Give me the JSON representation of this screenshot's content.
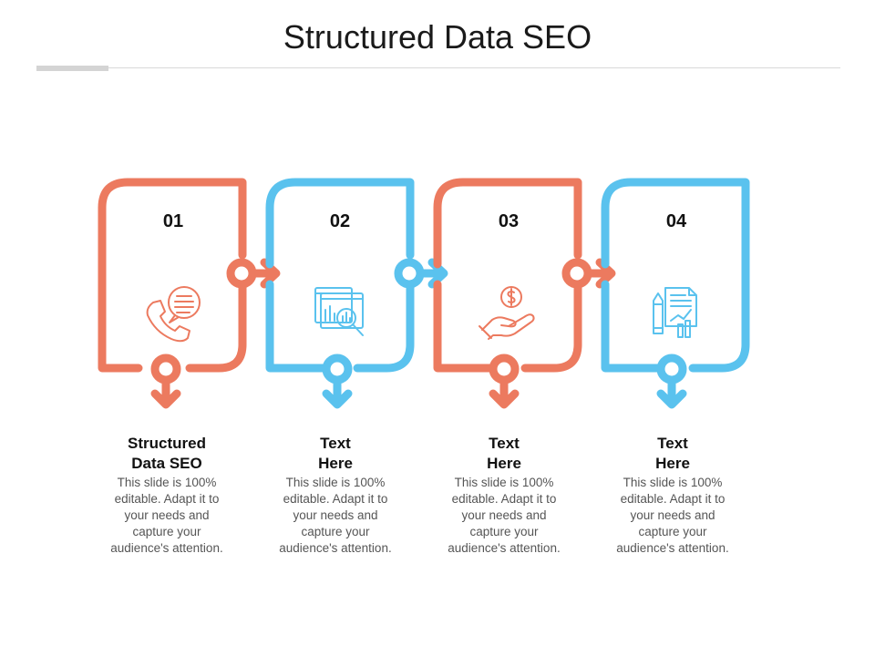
{
  "title": "Structured Data SEO",
  "colors": {
    "orange": "#EC7A5F",
    "blue": "#5AC2EE"
  },
  "steps": [
    {
      "number": "01",
      "heading_line1": "Structured",
      "heading_line2": "Data SEO",
      "body": [
        "This slide is 100%",
        "editable. Adapt it to",
        "your needs and",
        "capture your",
        "audience's attention."
      ],
      "icon": "phone-chat-icon"
    },
    {
      "number": "02",
      "heading_line1": "Text",
      "heading_line2": "Here",
      "body": [
        "This slide is 100%",
        "editable. Adapt it to",
        "your needs and",
        "capture your",
        "audience's attention."
      ],
      "icon": "data-analysis-icon"
    },
    {
      "number": "03",
      "heading_line1": "Text",
      "heading_line2": "Here",
      "body": [
        "This slide is 100%",
        "editable. Adapt it to",
        "your needs and",
        "capture your",
        "audience's attention."
      ],
      "icon": "hand-dollar-icon"
    },
    {
      "number": "04",
      "heading_line1": "Text",
      "heading_line2": "Here",
      "body": [
        "This slide is 100%",
        "editable. Adapt it to",
        "your needs and",
        "capture your",
        "audience's attention."
      ],
      "icon": "report-pencil-icon"
    }
  ]
}
